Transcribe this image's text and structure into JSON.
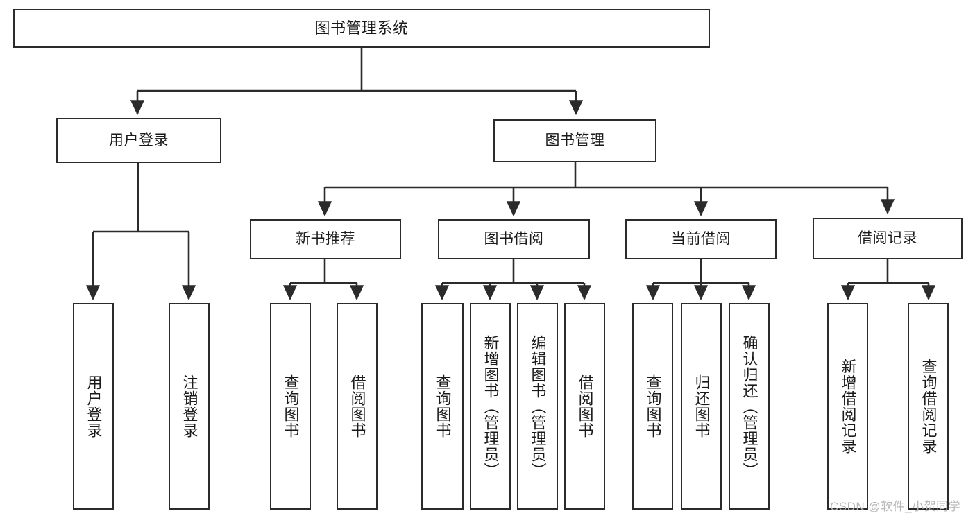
{
  "diagram": {
    "title": "图书管理系统",
    "type": "tree-hierarchy",
    "orientation": "top-down",
    "colors": {
      "stroke": "#2b2b2b",
      "fill": "#ffffff",
      "text": "#1a1a1a",
      "watermark": "#b7b7b7"
    },
    "nodes": {
      "root": {
        "label": "图书管理系统"
      },
      "level2": [
        {
          "id": "user-login",
          "label": "用户登录"
        },
        {
          "id": "book-management",
          "label": "图书管理"
        }
      ],
      "level3": [
        {
          "id": "new-book-recommend",
          "label": "新书推荐"
        },
        {
          "id": "book-borrow",
          "label": "图书借阅"
        },
        {
          "id": "current-borrow",
          "label": "当前借阅"
        },
        {
          "id": "borrow-record",
          "label": "借阅记录"
        }
      ],
      "leaves": {
        "user_login": [
          {
            "id": "leaf-user-login",
            "label": "用户登录"
          },
          {
            "id": "leaf-logout-login",
            "label": "注销登录"
          }
        ],
        "new_book_recommend": [
          {
            "id": "leaf-query-book-1",
            "label": "查询图书"
          },
          {
            "id": "leaf-borrow-book-1",
            "label": "借阅图书"
          }
        ],
        "book_borrow": [
          {
            "id": "leaf-query-book-2",
            "label": "查询图书"
          },
          {
            "id": "leaf-add-book",
            "label": "新增图书（管理员）"
          },
          {
            "id": "leaf-edit-book",
            "label": "编辑图书（管理员）"
          },
          {
            "id": "leaf-borrow-book-2",
            "label": "借阅图书"
          }
        ],
        "current_borrow": [
          {
            "id": "leaf-query-book-3",
            "label": "查询图书"
          },
          {
            "id": "leaf-return-book",
            "label": "归还图书"
          },
          {
            "id": "leaf-confirm-return",
            "label": "确认归还（管理员）"
          }
        ],
        "borrow_record": [
          {
            "id": "leaf-add-record",
            "label": "新增借阅记录"
          },
          {
            "id": "leaf-query-record",
            "label": "查询借阅记录"
          }
        ]
      }
    },
    "watermark": "CSDN @软件_小贺同学"
  }
}
